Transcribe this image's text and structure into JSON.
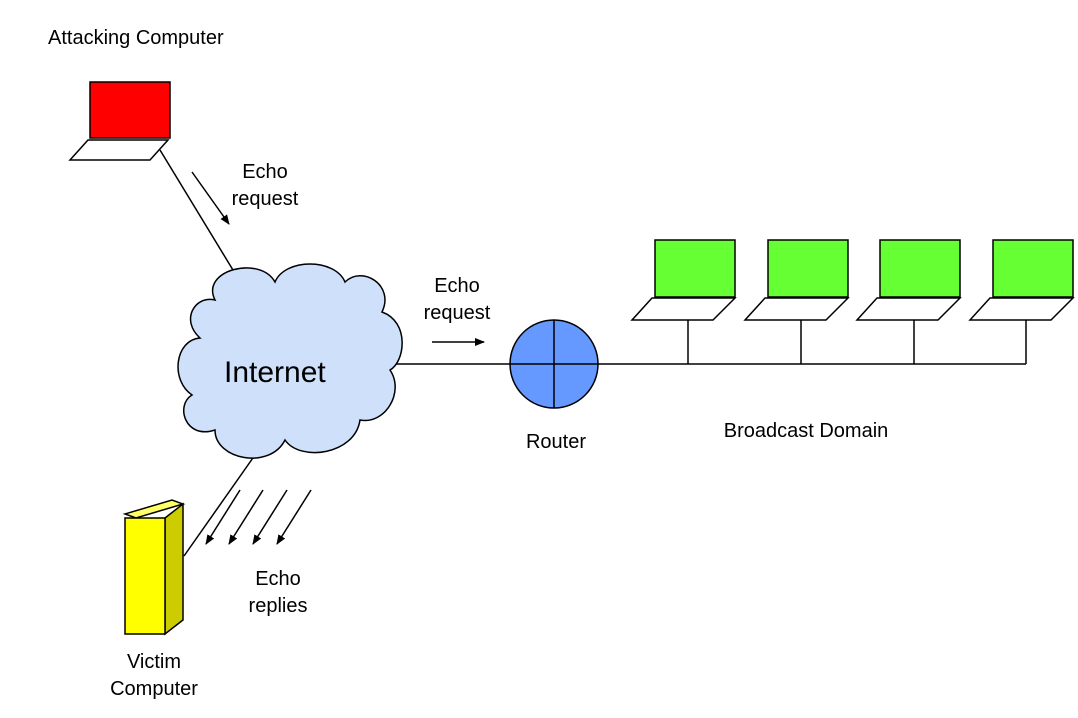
{
  "labels": {
    "attacker": "Attacking Computer",
    "echo_request_1_line1": "Echo",
    "echo_request_1_line2": "request",
    "echo_request_2_line1": "Echo",
    "echo_request_2_line2": "request",
    "internet": "Internet",
    "router": "Router",
    "broadcast_domain": "Broadcast Domain",
    "echo_replies_line1": "Echo",
    "echo_replies_line2": "replies",
    "victim_line1": "Victim",
    "victim_line2": "Computer"
  },
  "colors": {
    "attacker_screen": "#ff0000",
    "host_screen": "#66ff33",
    "cloud_fill": "#cfe0fb",
    "router_fill": "#6699ff",
    "victim_front": "#ffff00",
    "victim_side": "#cccc00",
    "stroke": "#000000"
  },
  "broadcast_hosts": [
    "host-1",
    "host-2",
    "host-3",
    "host-4"
  ]
}
